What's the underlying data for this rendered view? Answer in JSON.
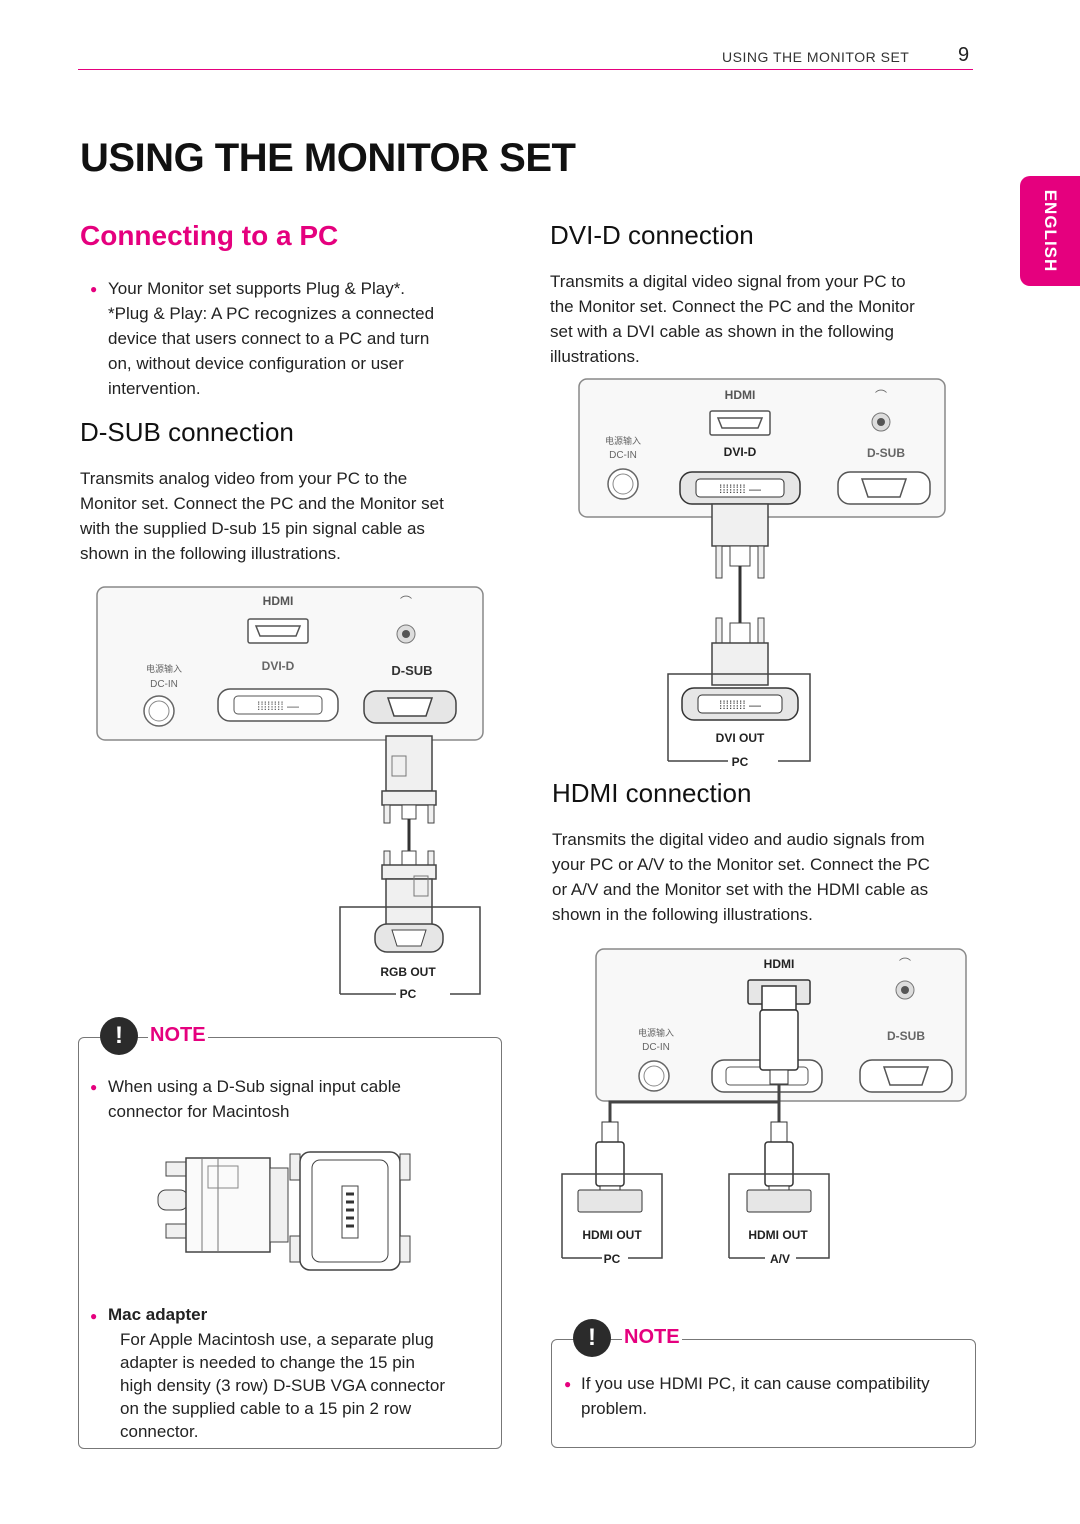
{
  "header": {
    "section": "USING THE MONITOR SET",
    "page_number": "9"
  },
  "title": "USING THE MONITOR SET",
  "side_tab": "ENGLISH",
  "connecting": {
    "heading": "Connecting to a PC",
    "bullet1": "Your Monitor set supports Plug & Play*.",
    "footnote": [
      "*Plug & Play:  A PC recognizes a connected",
      "device that users connect to a PC and turn",
      "on, without device configuration or user",
      "intervention."
    ]
  },
  "dsub": {
    "heading": "D-SUB connection",
    "text": [
      "Transmits analog video from your PC to the",
      "Monitor set. Connect the PC and the Monitor set",
      "with the supplied D-sub 15 pin signal cable as",
      "shown in the following illustrations."
    ]
  },
  "dvid": {
    "heading": "DVI-D connection",
    "text": [
      "Transmits a digital video signal from your PC to",
      "the Monitor set. Connect the PC and the Monitor",
      "set with a DVI cable as shown in the following",
      "illustrations."
    ]
  },
  "hdmi": {
    "heading": "HDMI connection",
    "text": [
      "Transmits the digital video and audio signals from",
      "your PC or A/V to the Monitor set. Connect the PC",
      "or A/V and the Monitor set with the HDMI cable as",
      "shown in the following illustrations."
    ]
  },
  "port_labels": {
    "hdmi": "HDMI",
    "dvid": "DVI-D",
    "dsub": "D-SUB",
    "dcin_cn": "电源输入",
    "dcin": "DC-IN",
    "rgb_out": "RGB OUT",
    "dvi_out": "DVI OUT",
    "hdmi_out": "HDMI OUT",
    "pc": "PC",
    "av": "A/V"
  },
  "note_left": {
    "label": "NOTE",
    "item1": [
      "When using a D-Sub signal input cable",
      "connector for Macintosh"
    ],
    "mac_title": "Mac adapter",
    "mac_text": [
      "For Apple Macintosh use, a separate plug",
      "adapter is needed to change the 15 pin",
      "high density (3 row) D-SUB VGA connector",
      "on the supplied cable to a 15 pin 2 row",
      "connector."
    ]
  },
  "note_right": {
    "label": "NOTE",
    "item1": [
      "If you use HDMI PC, it can cause compatibility",
      "problem."
    ]
  },
  "colors": {
    "accent": "#e5007e",
    "text": "#1e1e1e"
  }
}
